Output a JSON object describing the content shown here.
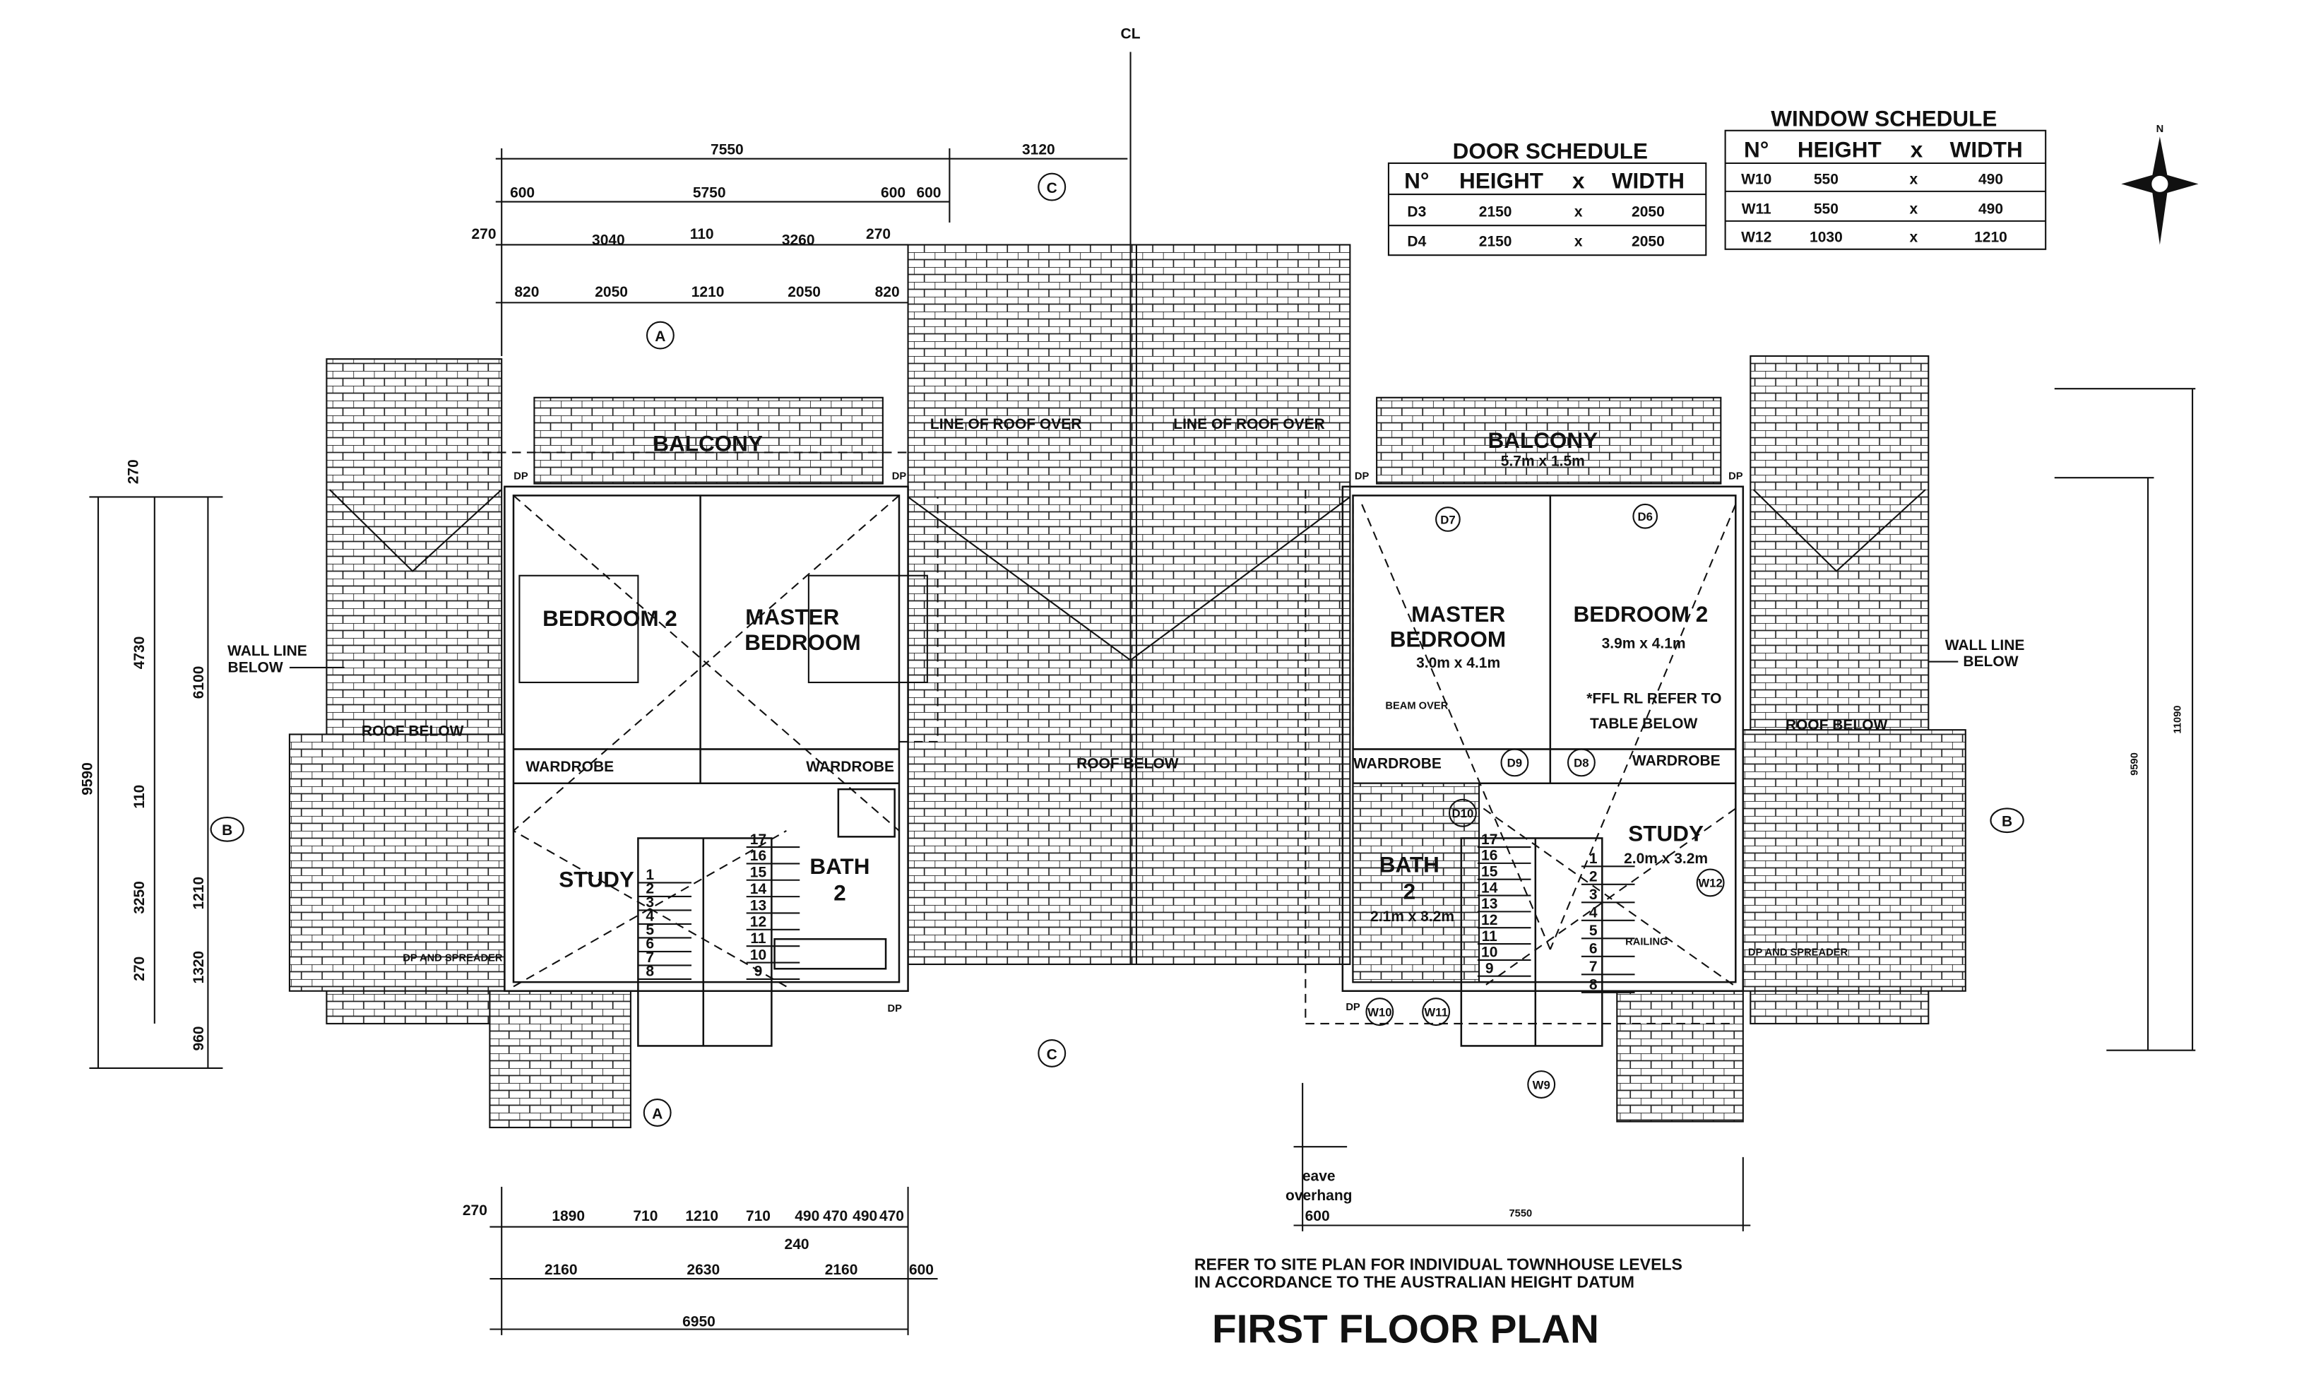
{
  "title": "FIRST FLOOR PLAN",
  "notes": [
    "REFER TO SITE PLAN FOR INDIVIDUAL TOWNHOUSE LEVELS",
    "IN ACCORDANCE TO THE AUSTRALIAN HEIGHT DATUM"
  ],
  "centerline": "CL",
  "north": "N",
  "door_schedule": {
    "title": "DOOR SCHEDULE",
    "headers": [
      "N°",
      "HEIGHT",
      "x",
      "WIDTH"
    ],
    "rows": [
      [
        "D3",
        "2150",
        "x",
        "2050"
      ],
      [
        "D4",
        "2150",
        "x",
        "2050"
      ]
    ]
  },
  "window_schedule": {
    "title": "WINDOW SCHEDULE",
    "headers": [
      "N°",
      "HEIGHT",
      "x",
      "WIDTH"
    ],
    "rows": [
      [
        "W10",
        "550",
        "x",
        "490"
      ],
      [
        "W11",
        "550",
        "x",
        "490"
      ],
      [
        "W12",
        "1030",
        "x",
        "1210"
      ]
    ]
  },
  "section_markers": {
    "a": "A",
    "b": "B",
    "c": "C"
  },
  "tags": {
    "d6": "D6",
    "d7": "D7",
    "d8": "D8",
    "d9": "D9",
    "d10": "D10",
    "w9": "W9",
    "w10": "W10",
    "w11": "W11",
    "w12": "W12"
  },
  "left_unit": {
    "balcony": "BALCONY",
    "bedroom2": "BEDROOM 2",
    "master": [
      "MASTER",
      "BEDROOM"
    ],
    "wardrobe": "WARDROBE",
    "study": "STUDY",
    "bath": [
      "BATH",
      "2"
    ],
    "roof_below": "ROOF BELOW",
    "wall_line_below": [
      "WALL LINE",
      "BELOW"
    ],
    "dp": "DP",
    "dp_spreader": "DP AND SPREADER",
    "line_of_roof_over": "LINE OF ROOF OVER",
    "stairs_left": [
      "1",
      "2",
      "3",
      "4",
      "5",
      "6",
      "7",
      "8"
    ],
    "stairs_right": [
      "17",
      "16",
      "15",
      "14",
      "13",
      "12",
      "11",
      "10",
      "9"
    ]
  },
  "center": {
    "roof_below": "ROOF BELOW",
    "line_of_roof_over": "LINE OF ROOF OVER"
  },
  "right_unit": {
    "balcony": "BALCONY",
    "balcony_size": "5.7m x 1.5m",
    "master": [
      "MASTER",
      "BEDROOM"
    ],
    "master_size": "3.0m x 4.1m",
    "bedroom2": "BEDROOM 2",
    "bedroom2_size": "3.9m x 4.1m",
    "ffl_note": [
      "*FFL RL REFER TO",
      "TABLE BELOW"
    ],
    "beam_over": "BEAM OVER",
    "wardrobe": "WARDROBE",
    "study": "STUDY",
    "study_size": "2.0m x 3.2m",
    "bath": [
      "BATH",
      "2"
    ],
    "bath_size": "2.1m x 3.2m",
    "railing": "RAILING",
    "roof_below": "ROOF BELOW",
    "wall_line_below": [
      "WALL LINE",
      "BELOW"
    ],
    "dp": "DP",
    "dp_spreader": "DP AND SPREADER",
    "stairs_left": [
      "17",
      "16",
      "15",
      "14",
      "13",
      "12",
      "11",
      "10",
      "9"
    ],
    "stairs_right": [
      "1",
      "2",
      "3",
      "4",
      "5",
      "6",
      "7",
      "8"
    ]
  },
  "dimensions": {
    "top_overall": [
      "7550",
      "3120"
    ],
    "top_row2": [
      "600",
      "5750",
      "600",
      "600"
    ],
    "top_row3": [
      "270",
      "3040",
      "110",
      "3260",
      "270"
    ],
    "top_row4": [
      "820",
      "2050",
      "1210",
      "2050",
      "820"
    ],
    "left_inner": [
      "270",
      "4730",
      "110",
      "3250",
      "270"
    ],
    "left_overall": "9590",
    "left_outer": [
      "6100",
      "1210",
      "1320",
      "960"
    ],
    "right": [
      "11090",
      "9590"
    ],
    "bottom_row1": [
      "270",
      "1890",
      "710",
      "1210",
      "710",
      "490",
      "470",
      "490",
      "470"
    ],
    "bottom_240": "240",
    "bottom_row2": [
      "2160",
      "2630",
      "2160",
      "600"
    ],
    "bottom_overall": "6950",
    "eave": [
      "eave",
      "overhang",
      "600"
    ],
    "bottom_right": "7550"
  }
}
